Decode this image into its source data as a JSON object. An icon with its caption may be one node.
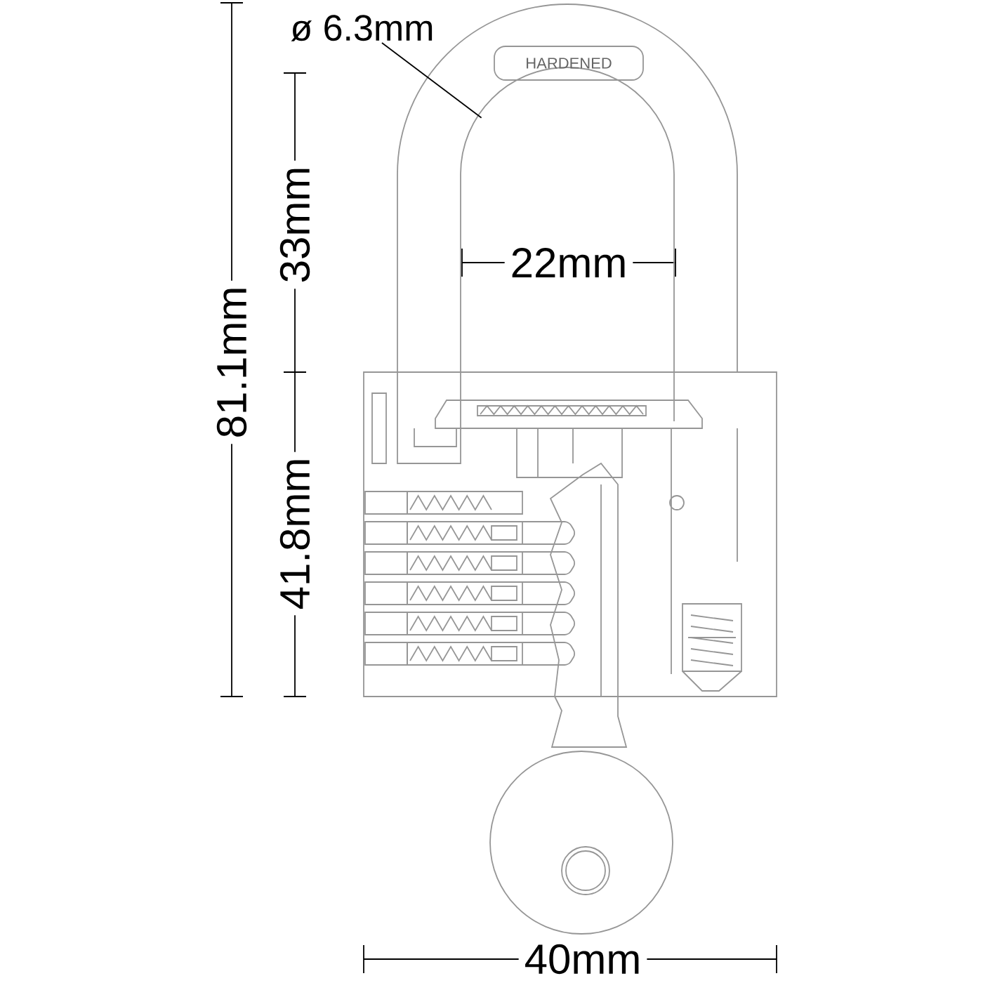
{
  "diagram": {
    "nodes": [
      {
        "text": [
          "ø 6.3mm"
        ]
      },
      {
        "text": [],
        "shape": "picture"
      }
    ],
    "edges": [
      {
        "from": 0,
        "to": 1,
        "arrow": "none"
      }
    ],
    "labels": [
      "HARDENED",
      "81.1mm",
      "33mm",
      "22mm",
      "41.8mm",
      "40mm"
    ]
  }
}
